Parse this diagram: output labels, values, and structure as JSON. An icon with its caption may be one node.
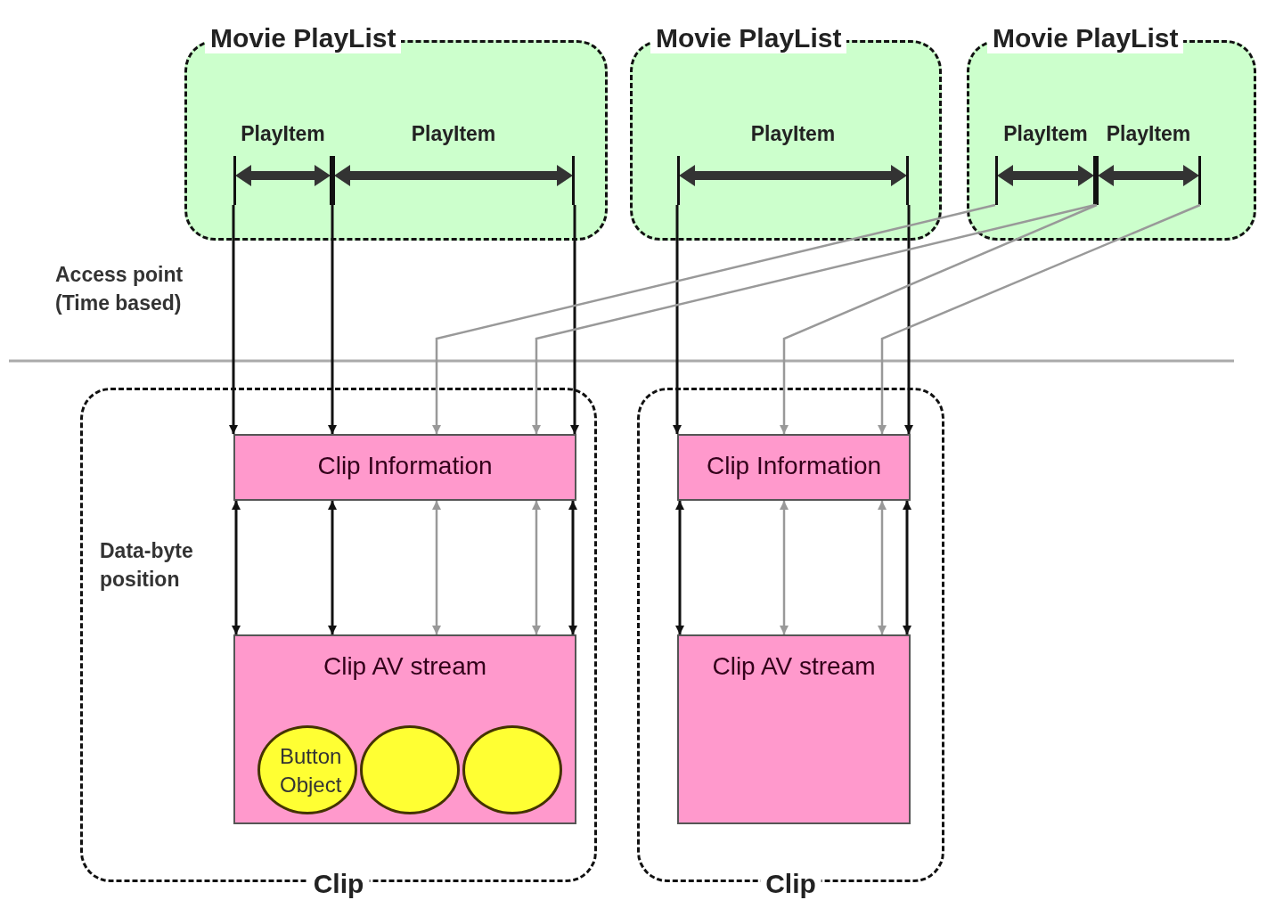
{
  "diagram": {
    "nodes": [
      {
        "text": [
          "Movie PlayList"
        ]
      },
      {
        "text": [
          "PlayItem"
        ],
        "in": 0
      },
      {
        "text": [
          "PlayItem"
        ],
        "in": 0
      },
      {
        "text": [
          "Movie PlayList"
        ]
      },
      {
        "text": [
          "PlayItem"
        ],
        "in": 3
      },
      {
        "text": [
          "Movie PlayList"
        ]
      },
      {
        "text": [
          "PlayItem"
        ],
        "in": 5
      },
      {
        "text": [
          "PlayItem"
        ],
        "in": 5
      },
      {
        "text": [
          "Clip"
        ]
      },
      {
        "text": [
          "Clip Information"
        ],
        "in": 8
      },
      {
        "text": [
          "Clip AV stream"
        ],
        "in": 8
      },
      {
        "text": [
          "Button Object"
        ],
        "in": 10
      },
      {
        "text": [],
        "shape": "ellipse",
        "in": 10
      },
      {
        "text": [],
        "shape": "ellipse",
        "in": 10
      },
      {
        "text": [
          "Clip"
        ]
      },
      {
        "text": [
          "Clip Information"
        ],
        "in": 14
      },
      {
        "text": [
          "Clip AV stream"
        ],
        "in": 14
      }
    ],
    "edges": [
      {
        "from": 1,
        "to": 9,
        "arrow": "to"
      },
      {
        "from": 2,
        "to": 9,
        "arrow": "to"
      },
      {
        "from": 2,
        "to": 9,
        "arrow": "to"
      },
      {
        "from": 4,
        "to": 15,
        "arrow": "to"
      },
      {
        "from": 4,
        "to": 15,
        "arrow": "to"
      },
      {
        "from": 6,
        "to": 9,
        "arrow": "to",
        "color": "#999999"
      },
      {
        "from": 6,
        "to": 9,
        "arrow": "to",
        "color": "#999999"
      },
      {
        "from": 7,
        "to": 15,
        "arrow": "to",
        "color": "#999999"
      },
      {
        "from": 7,
        "to": 15,
        "arrow": "to",
        "color": "#999999"
      },
      {
        "from": 9,
        "to": 10,
        "arrow": "both"
      },
      {
        "from": 9,
        "to": 10,
        "arrow": "both"
      },
      {
        "from": 9,
        "to": 10,
        "arrow": "both",
        "color": "#999999"
      },
      {
        "from": 9,
        "to": 10,
        "arrow": "both",
        "color": "#999999"
      },
      {
        "from": 9,
        "to": 10,
        "arrow": "both"
      },
      {
        "from": 15,
        "to": 16,
        "arrow": "both"
      },
      {
        "from": 15,
        "to": 16,
        "arrow": "both",
        "color": "#999999"
      },
      {
        "from": 15,
        "to": 16,
        "arrow": "both",
        "color": "#999999"
      },
      {
        "from": 15,
        "to": 16,
        "arrow": "both"
      }
    ],
    "labels": [
      "Access point (Time based)",
      "Data-byte position"
    ]
  }
}
